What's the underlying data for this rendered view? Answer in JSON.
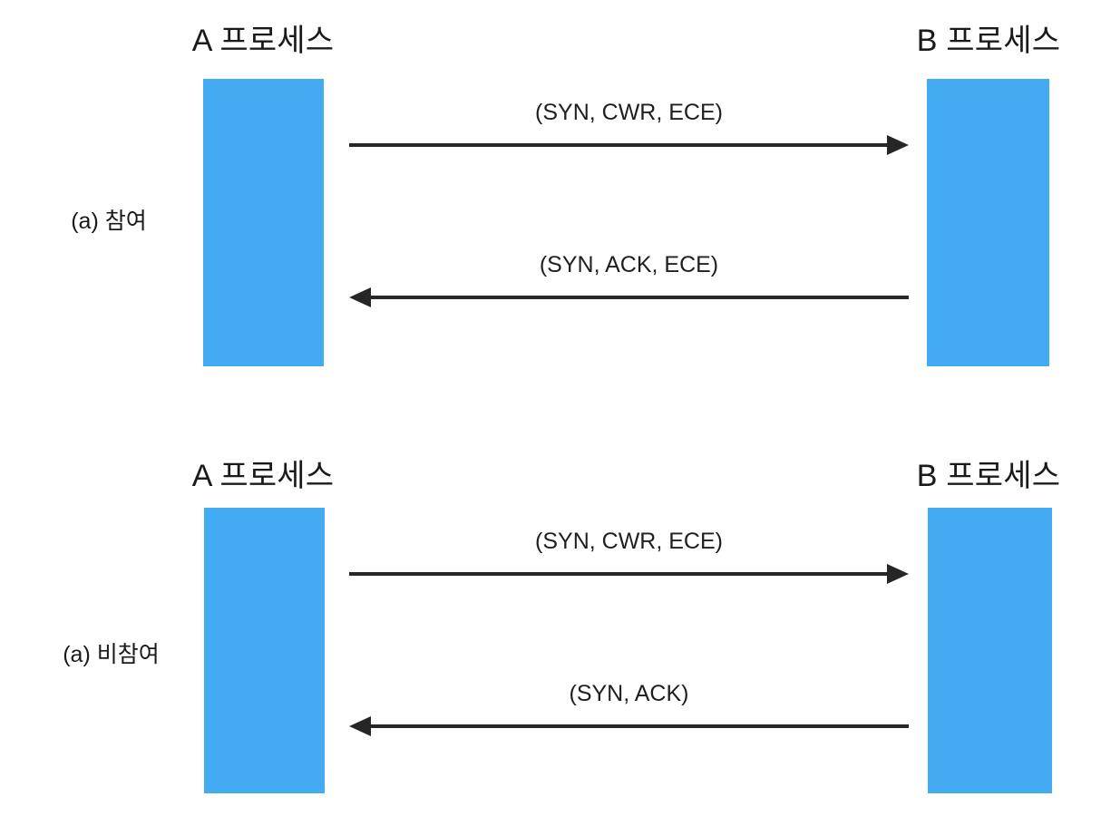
{
  "figure": {
    "title_hidden": "",
    "background_color": "#ffffff",
    "lifeline_color": "#42abf2",
    "arrow_color": "#262626",
    "text_color": "#1f1f1f"
  },
  "diagrams": [
    {
      "id": "participating",
      "caption": "(a) 참여",
      "left_actor": "A 프로세스",
      "right_actor": "B 프로세스",
      "messages": [
        {
          "label": "(SYN, CWR, ECE)",
          "direction": "right"
        },
        {
          "label": "(SYN, ACK, ECE)",
          "direction": "left"
        }
      ]
    },
    {
      "id": "nonparticipating",
      "caption": "(a) 비참여",
      "left_actor": "A 프로세스",
      "right_actor": "B 프로세스",
      "messages": [
        {
          "label": "(SYN, CWR, ECE)",
          "direction": "right"
        },
        {
          "label": "(SYN, ACK)",
          "direction": "left"
        }
      ]
    }
  ]
}
